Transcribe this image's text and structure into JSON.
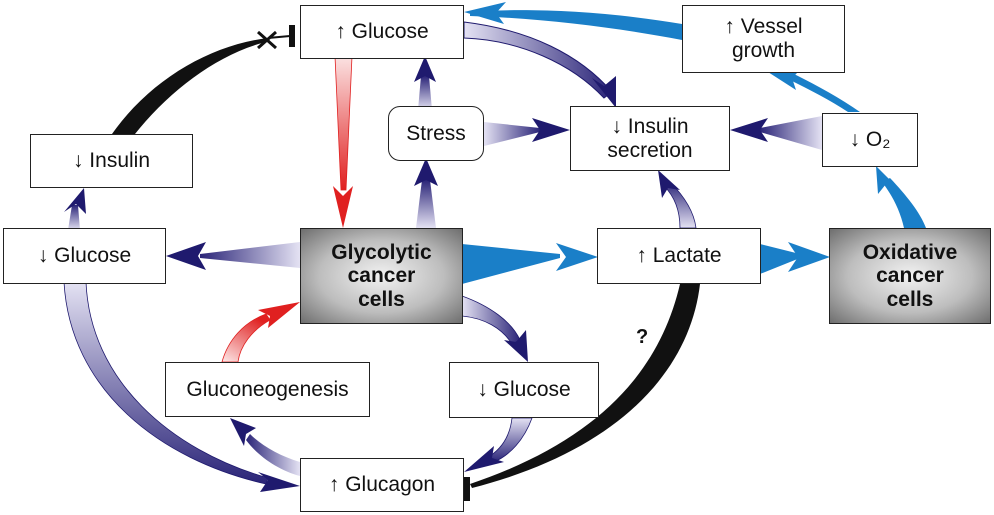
{
  "diagram": {
    "nodes": {
      "glucose_up": "↑ Glucose",
      "vessel_growth": "↑ Vessel\ngrowth",
      "stress": "Stress",
      "insulin_secretion": "↓ Insulin\nsecretion",
      "o2_down": "↓ O₂",
      "insulin_down": "↓ Insulin",
      "glucose_down_left": "↓ Glucose",
      "glycolytic_cells": "Glycolytic\ncancer\ncells",
      "lactate_up": "↑ Lactate",
      "oxidative_cells": "Oxidative\ncancer\ncells",
      "gluconeogenesis": "Gluconeogenesis",
      "glucose_down_mid": "↓ Glucose",
      "glucagon_up": "↑ Glucagon"
    },
    "annotations": {
      "unknown_mark": "?"
    },
    "colors": {
      "purple_arrow": "#1f1a6e",
      "purple_fade": "#d8d6ee",
      "blue_arrow": "#1a7fc8",
      "red_arrow": "#e02020",
      "inhibit_black": "#111111"
    },
    "edges": [
      {
        "from": "glucose_up",
        "to": "insulin_secretion",
        "type": "activation",
        "color": "purple"
      },
      {
        "from": "vessel_growth",
        "to": "glucose_up",
        "type": "activation",
        "color": "blue"
      },
      {
        "from": "insulin_down",
        "to": "glucose_up",
        "type": "inhibition-blocked",
        "color": "black"
      },
      {
        "from": "glucose_up",
        "to": "glycolytic_cells",
        "type": "activation",
        "color": "red"
      },
      {
        "from": "stress",
        "to": "glucose_up",
        "type": "activation",
        "color": "purple"
      },
      {
        "from": "stress",
        "to": "insulin_secretion",
        "type": "activation",
        "color": "purple"
      },
      {
        "from": "glycolytic_cells",
        "to": "stress",
        "type": "activation",
        "color": "purple"
      },
      {
        "from": "o2_down",
        "to": "insulin_secretion",
        "type": "activation",
        "color": "purple"
      },
      {
        "from": "o2_down",
        "to": "vessel_growth",
        "type": "activation",
        "color": "blue"
      },
      {
        "from": "oxidative_cells",
        "to": "o2_down",
        "type": "activation",
        "color": "blue"
      },
      {
        "from": "glycolytic_cells",
        "to": "glucose_down_left",
        "type": "activation",
        "color": "purple"
      },
      {
        "from": "glucose_down_left",
        "to": "insulin_down",
        "type": "activation",
        "color": "purple"
      },
      {
        "from": "glycolytic_cells",
        "to": "lactate_up",
        "type": "activation",
        "color": "blue"
      },
      {
        "from": "lactate_up",
        "to": "oxidative_cells",
        "type": "activation",
        "color": "blue"
      },
      {
        "from": "lactate_up",
        "to": "insulin_secretion",
        "type": "activation",
        "color": "purple"
      },
      {
        "from": "glycolytic_cells",
        "to": "glucose_down_mid",
        "type": "activation",
        "color": "purple"
      },
      {
        "from": "glucose_down_mid",
        "to": "glucagon_up",
        "type": "activation",
        "color": "purple"
      },
      {
        "from": "lactate_up",
        "to": "glucagon_up",
        "type": "inhibition",
        "color": "black",
        "label": "?"
      },
      {
        "from": "glucose_down_left",
        "to": "glucagon_up",
        "type": "activation",
        "color": "purple"
      },
      {
        "from": "glucagon_up",
        "to": "gluconeogenesis",
        "type": "activation",
        "color": "purple"
      },
      {
        "from": "gluconeogenesis",
        "to": "glycolytic_cells",
        "type": "activation",
        "color": "red"
      }
    ]
  }
}
